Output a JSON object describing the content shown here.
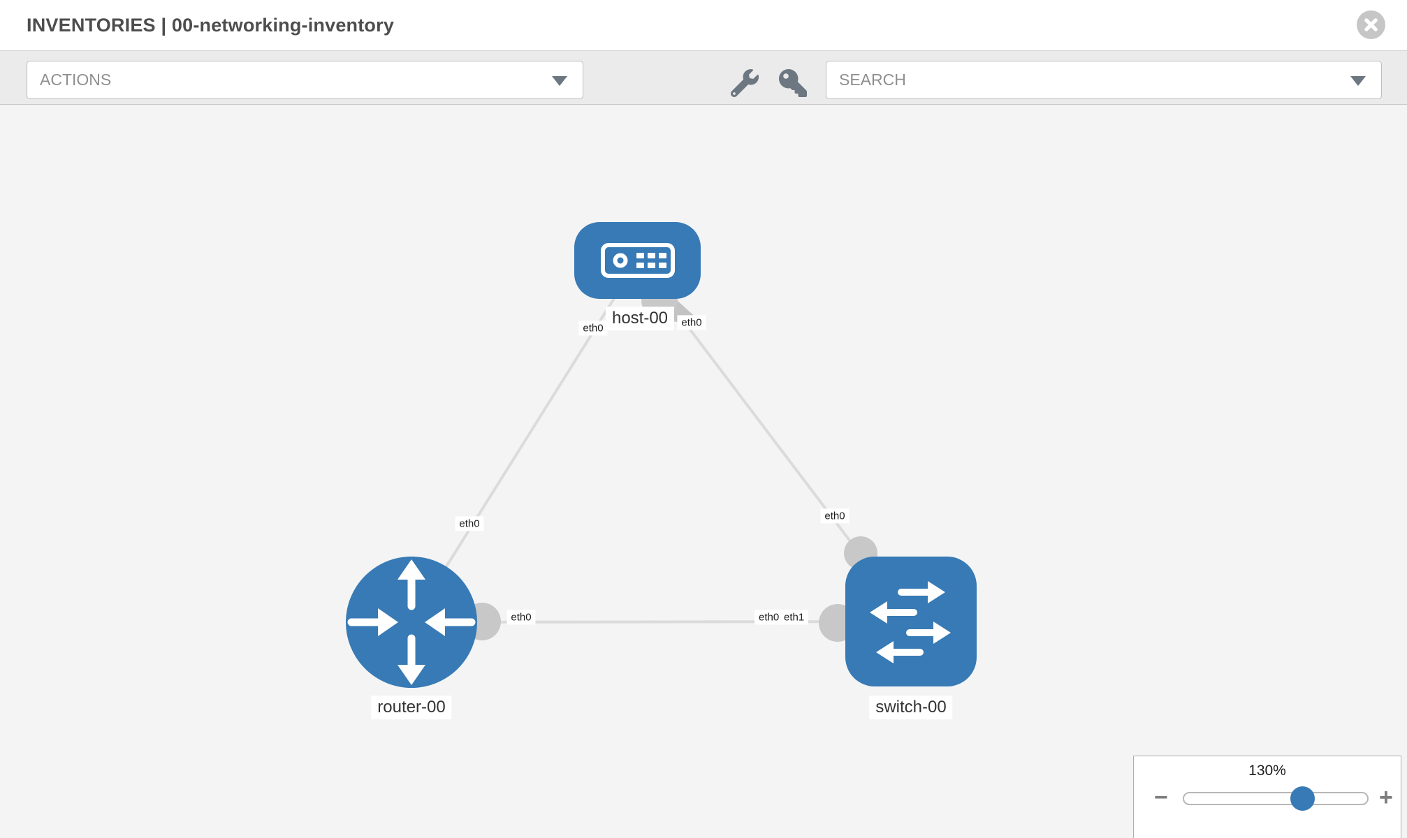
{
  "header": {
    "title": "INVENTORIES | 00-networking-inventory"
  },
  "toolbar": {
    "actions_dropdown": {
      "label": "ACTIONS"
    },
    "search_dropdown": {
      "label": "SEARCH"
    },
    "icons": [
      "wrench",
      "key"
    ]
  },
  "topology": {
    "nodes": [
      {
        "id": "host-00",
        "label": "host-00",
        "type": "host"
      },
      {
        "id": "router-00",
        "label": "router-00",
        "type": "router"
      },
      {
        "id": "switch-00",
        "label": "switch-00",
        "type": "switch"
      }
    ],
    "links": [
      {
        "from": "host-00",
        "to": "router-00"
      },
      {
        "from": "host-00",
        "to": "switch-00"
      },
      {
        "from": "router-00",
        "to": "switch-00"
      }
    ],
    "interface_labels": [
      {
        "text": "eth0",
        "near": "host-00-left"
      },
      {
        "text": "eth0",
        "near": "host-00-right"
      },
      {
        "text": "eth0",
        "near": "router-00-top"
      },
      {
        "text": "eth0",
        "near": "switch-00-top"
      },
      {
        "text": "eth0",
        "near": "router-00-right"
      },
      {
        "text": "eth0",
        "near": "switch-00-left-back"
      },
      {
        "text": "eth1",
        "near": "switch-00-left"
      }
    ]
  },
  "zoom_control": {
    "level": "130%",
    "minus": "−",
    "plus": "+"
  },
  "colors": {
    "node_blue": "#377ab5",
    "canvas_bg": "#f4f4f4",
    "link_gray": "#dbdbdb",
    "dot_gray": "#c8c8c8",
    "toolbar_bg": "#ebebeb"
  }
}
